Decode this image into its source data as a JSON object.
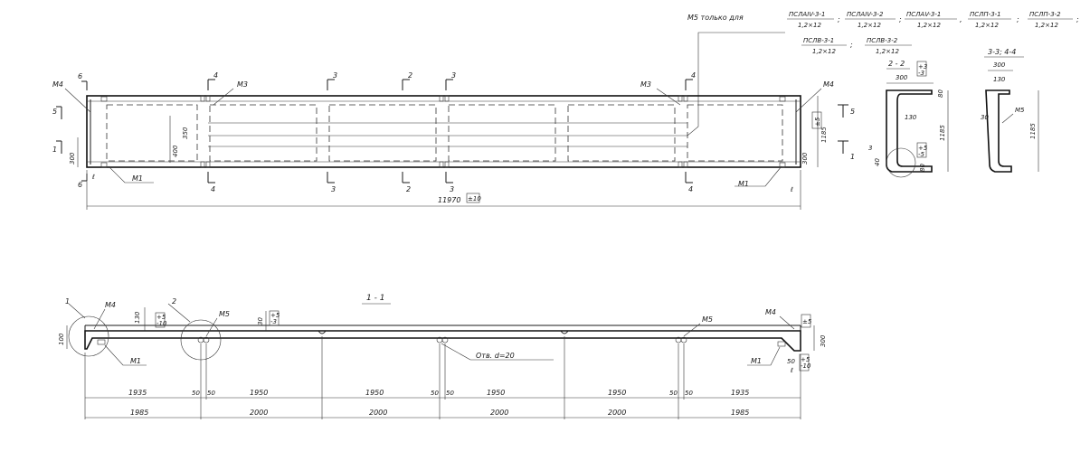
{
  "note": {
    "prefix": "М5 только для",
    "marks": [
      {
        "top": "ПСЛАIV-3-1",
        "bottom": "1,2×12"
      },
      {
        "top": "ПСЛАIV-3-2",
        "bottom": "1,2×12"
      },
      {
        "top": "ПСЛАV-3-1",
        "bottom": "1,2×12"
      },
      {
        "top": "ПСЛП-3-1",
        "bottom": "1,2×12"
      },
      {
        "top": "ПСЛП-3-2",
        "bottom": "1,2×12"
      },
      {
        "top": "ПСЛВ-3-1",
        "bottom": "1,2×12"
      },
      {
        "top": "ПСЛВ-3-2",
        "bottom": "1,2×12"
      }
    ]
  },
  "plan": {
    "labels": {
      "m4_left": "М4",
      "m4_right": "М4",
      "m3_a": "М3",
      "m3_b": "М3",
      "m1_left": "М1",
      "m1_right": "М1",
      "s6_top": "6",
      "s6_bot": "6",
      "s4a_top": "4",
      "s4a_bot": "4",
      "s4b_top": "4",
      "s4b_bot": "4",
      "s3a_top": "3",
      "s3a_bot": "3",
      "s3b_top": "3",
      "s3b_bot": "3",
      "s2_top": "2",
      "s2_bot": "2",
      "s5_left": "5",
      "s5_right": "5",
      "s1_left": "1",
      "s1_right": "1",
      "dim_300_left": "300",
      "dim_400": "400",
      "dim_350": "350",
      "dim_1185": "1185",
      "dim_300_right": "300",
      "tol_right": "±5",
      "l_left": "ℓ",
      "l_right": "ℓ",
      "overall": "11970",
      "overall_tol": "±10"
    }
  },
  "sections": {
    "s22": {
      "title": "2 - 2",
      "w300": "300",
      "tol": "+3\n-3",
      "d80_top": "80",
      "d130": "130",
      "d1185": "1185",
      "d3": "3",
      "d40": "40",
      "d80_bot": "80",
      "tol2": "+5\n-5"
    },
    "s33": {
      "title": "3-3; 4-4",
      "w300": "300",
      "d130": "130",
      "d30": "30",
      "m5": "М5",
      "d1185": "1185"
    }
  },
  "elevation": {
    "title": "1 - 1",
    "labels": {
      "c1": "1",
      "c2": "2",
      "m4_left": "М4",
      "m5_left": "М5",
      "m5_right": "М5",
      "m4_right": "М4",
      "m1_left": "М1",
      "m1_right": "М1",
      "d130": "130",
      "tol_a": "+5\n-10",
      "d30": "30",
      "tol_b": "+5\n-3",
      "d100": "100",
      "d300": "300",
      "d50": "50",
      "tol_c": "+5\n-10",
      "tol_d": "±5",
      "hole": "Отв. d=20",
      "l": "ℓ"
    },
    "dims_row1": [
      "1935",
      "50",
      "50",
      "1950",
      "1950",
      "50",
      "50",
      "1950",
      "1950",
      "50",
      "50",
      "1935"
    ],
    "dims_row2": [
      "1985",
      "2000",
      "2000",
      "2000",
      "2000",
      "1985"
    ]
  }
}
